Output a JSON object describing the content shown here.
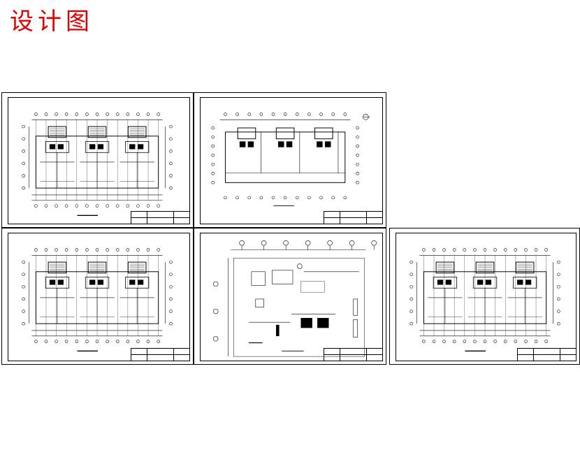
{
  "page": {
    "title": "设计图",
    "title_color": "#e00000",
    "line_color": "#000000",
    "background": "#ffffff"
  },
  "sheets": [
    {
      "id": "sheet-1",
      "kind": "floor-plan"
    },
    {
      "id": "sheet-2",
      "kind": "ground-floor-plan"
    },
    {
      "id": "sheet-3",
      "kind": "floor-plan"
    },
    {
      "id": "sheet-4",
      "kind": "site-equipment-plan"
    },
    {
      "id": "sheet-5",
      "kind": "floor-plan"
    }
  ]
}
